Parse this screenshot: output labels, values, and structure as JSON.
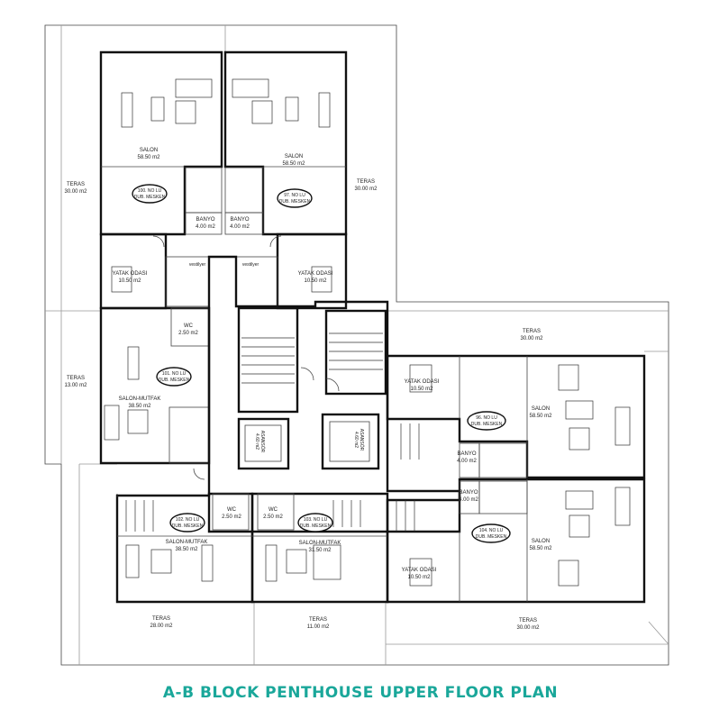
{
  "title": "A-B BLOCK PENTHOUSE UPPER FLOOR PLAN",
  "colors": {
    "title": "#1aa79a",
    "walls": "#111111",
    "background": "#ffffff"
  },
  "rooms": [
    {
      "name": "SALON",
      "area": "58.50 m2"
    },
    {
      "name": "SALON",
      "area": "58.50 m2"
    },
    {
      "name": "TERAS",
      "area": "30.00 m2"
    },
    {
      "name": "TERAS",
      "area": "30.00 m2"
    },
    {
      "name": "BANYO",
      "area": "4.00 m2"
    },
    {
      "name": "BANYO",
      "area": "4.00 m2"
    },
    {
      "name": "YATAK ODASI",
      "area": "10.50 m2"
    },
    {
      "name": "YATAK ODASI",
      "area": "10.50 m2"
    },
    {
      "name": "WC",
      "area": "2.50 m2"
    },
    {
      "name": "TERAS",
      "area": "13.00 m2"
    },
    {
      "name": "SALON-MUTFAK",
      "area": "38.50 m2"
    },
    {
      "name": "TERAS",
      "area": "30.00 m2"
    },
    {
      "name": "YATAK ODASI",
      "area": "10.50 m2"
    },
    {
      "name": "SALON",
      "area": "58.50 m2"
    },
    {
      "name": "BANYO",
      "area": "4.00 m2"
    },
    {
      "name": "BANYO",
      "area": "4.00 m2"
    },
    {
      "name": "SALON",
      "area": "58.50 m2"
    },
    {
      "name": "YATAK ODASI",
      "area": "10.50 m2"
    },
    {
      "name": "WC",
      "area": "2.50 m2"
    },
    {
      "name": "WC",
      "area": "2.50 m2"
    },
    {
      "name": "SALON-MUTFAK",
      "area": "38.50 m2"
    },
    {
      "name": "SALON-MUTFAK",
      "area": "31.50 m2"
    },
    {
      "name": "TERAS",
      "area": "28.00 m2"
    },
    {
      "name": "TERAS",
      "area": "11.00 m2"
    },
    {
      "name": "TERAS",
      "area": "30.00 m2"
    },
    {
      "name": "ASANSÖR",
      "area": "4.60 m2"
    },
    {
      "name": "ASANSÖR",
      "area": "4.60 m2"
    }
  ],
  "units": [
    {
      "line1": "100. NO LU",
      "line2": "DUB. MESKEN"
    },
    {
      "line1": "97. NO LU",
      "line2": "DUB. MESKEN"
    },
    {
      "line1": "101. NO LU",
      "line2": "DUB. MESKEN"
    },
    {
      "line1": "96. NO LU",
      "line2": "DUB. MESKEN"
    },
    {
      "line1": "102. NO LU",
      "line2": "DUB. MESKEN"
    },
    {
      "line1": "103. NO LU",
      "line2": "DUB. MESKEN"
    },
    {
      "line1": "104. NO LU",
      "line2": "DUB. MESKEN"
    }
  ],
  "shafts": [
    {
      "label": "vestilyer"
    },
    {
      "label": "vestilyer"
    }
  ]
}
